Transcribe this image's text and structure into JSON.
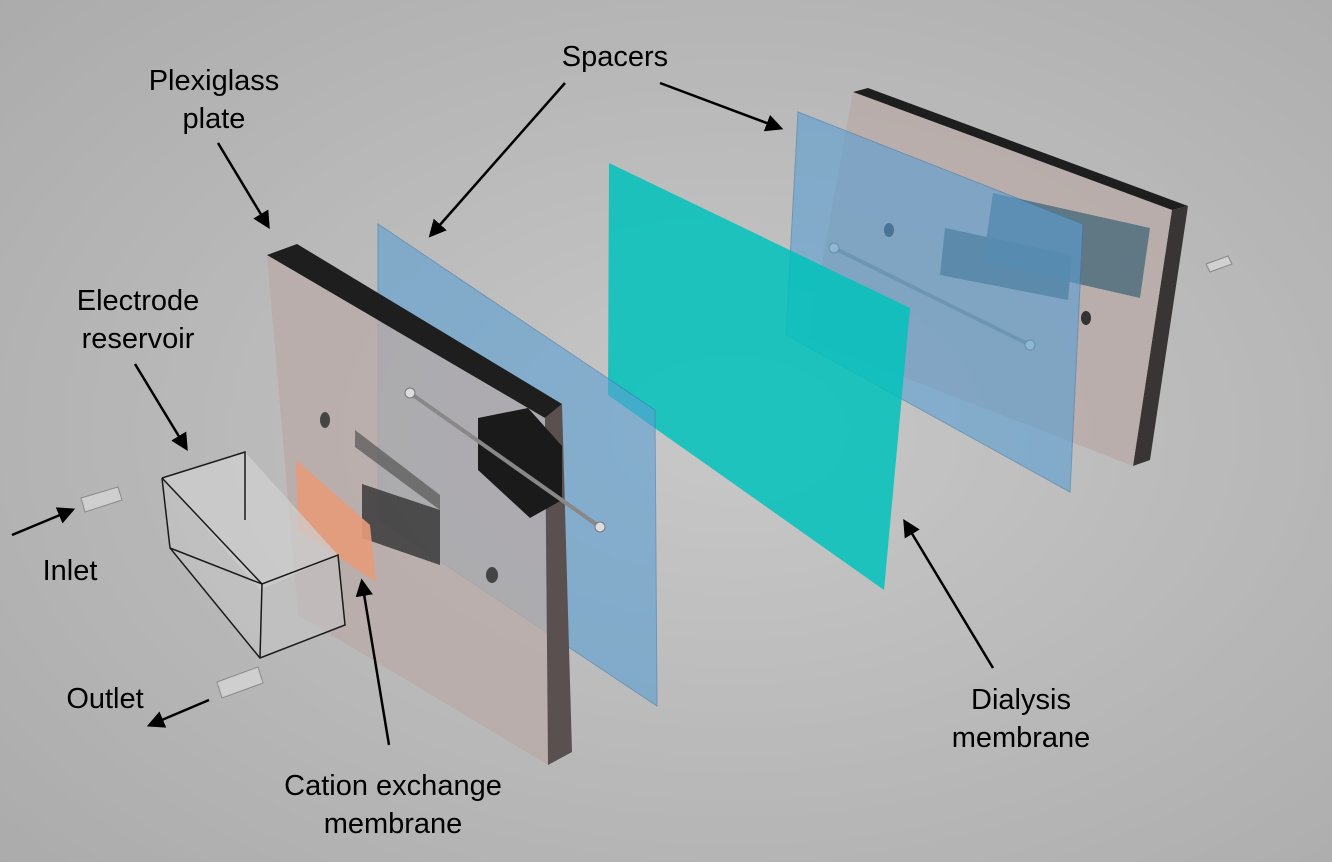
{
  "labels": {
    "plexiglass_line1": "Plexiglass",
    "plexiglass_line2": "plate",
    "spacers": "Spacers",
    "electrode_line1": "Electrode",
    "electrode_line2": "reservoir",
    "inlet": "Inlet",
    "outlet": "Outlet",
    "cation_line1": "Cation exchange",
    "cation_line2": "membrane",
    "dialysis_line1": "Dialysis",
    "dialysis_line2": "membrane"
  },
  "colors": {
    "background": "#b9b9b9",
    "plexiglass": "#b8aaa6",
    "plate_edge": "#1e1e1e",
    "spacer": "#5b9fd3",
    "dialysis_membrane": "#00c2bb",
    "cation_membrane": "#e59a7a",
    "reservoir": "#c7c7c7",
    "arrow": "#000000"
  }
}
